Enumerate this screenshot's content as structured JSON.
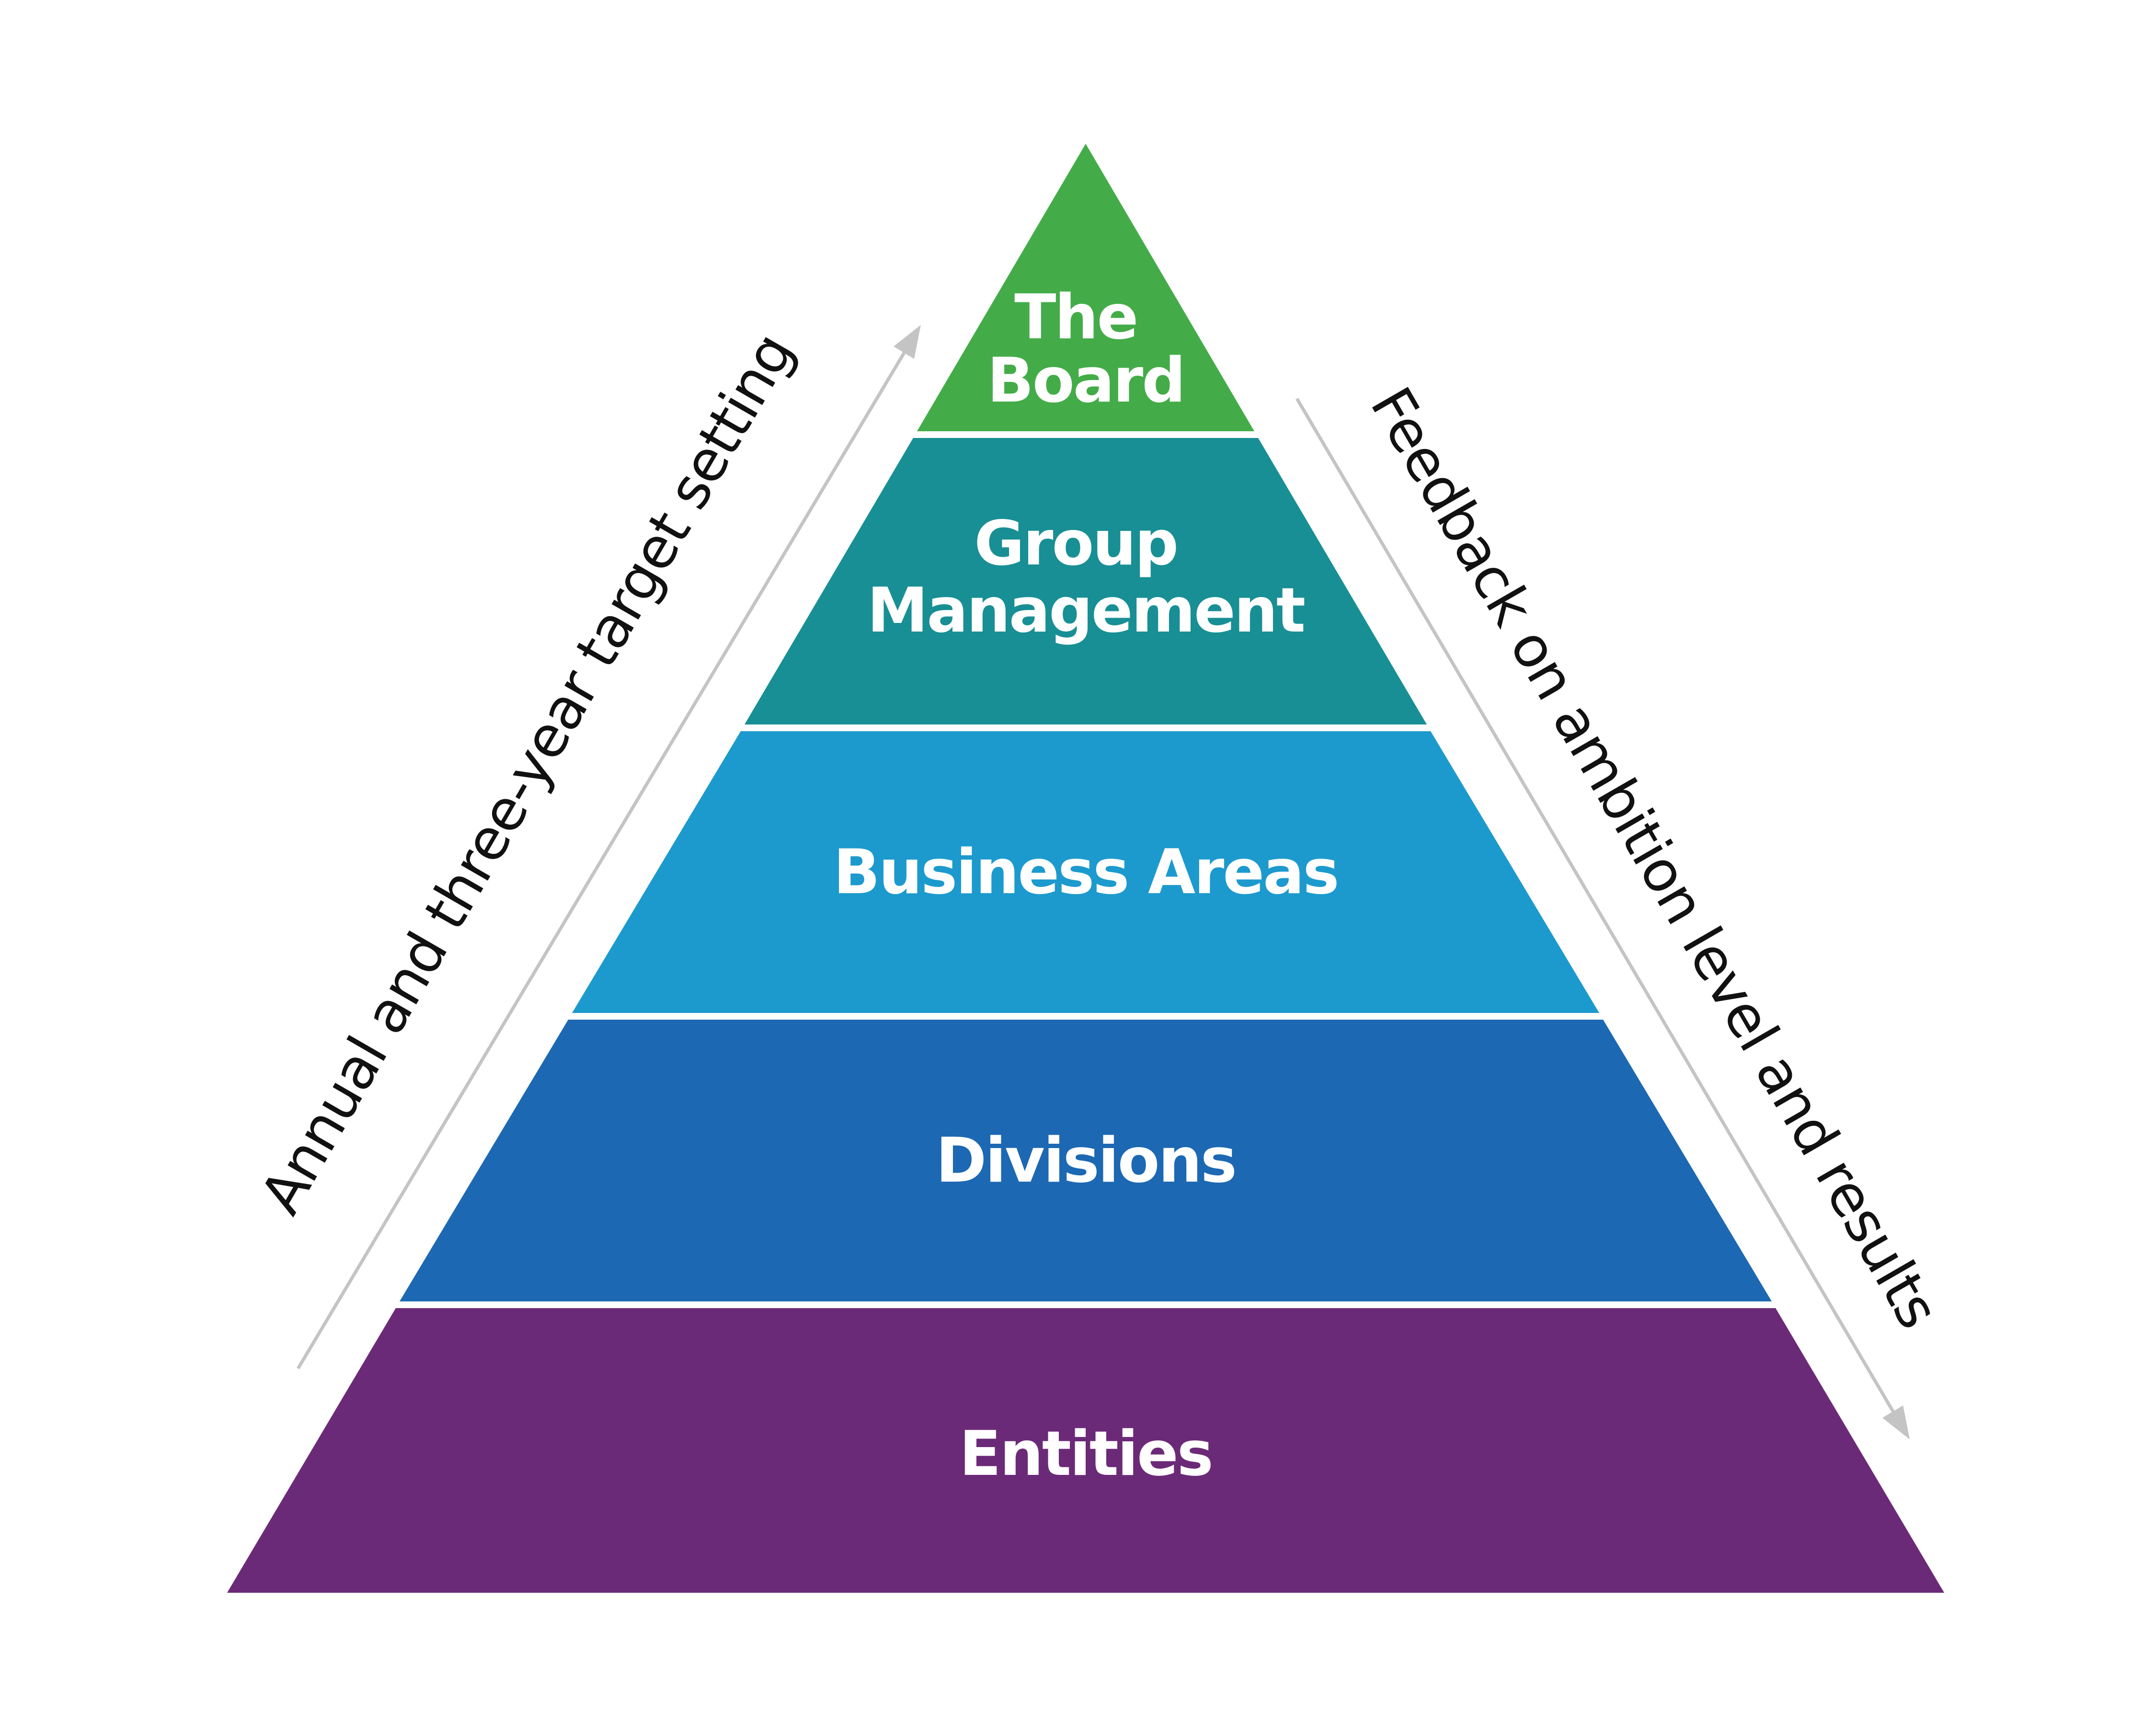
{
  "tiers": [
    {
      "label_lines": [
        "The",
        "Board"
      ],
      "color": "#43AC48"
    },
    {
      "label_lines": [
        "Group",
        "Management"
      ],
      "color": "#188F94"
    },
    {
      "label_lines": [
        "Business Areas"
      ],
      "color": "#1C9ACE"
    },
    {
      "label_lines": [
        "Divisions"
      ],
      "color": "#1C68B3"
    },
    {
      "label_lines": [
        "Entities"
      ],
      "color": "#6B2A77"
    }
  ],
  "left_arrow": {
    "label": "Annual and three-year target setting"
  },
  "right_arrow": {
    "label": "Feedback on ambition level and results"
  }
}
